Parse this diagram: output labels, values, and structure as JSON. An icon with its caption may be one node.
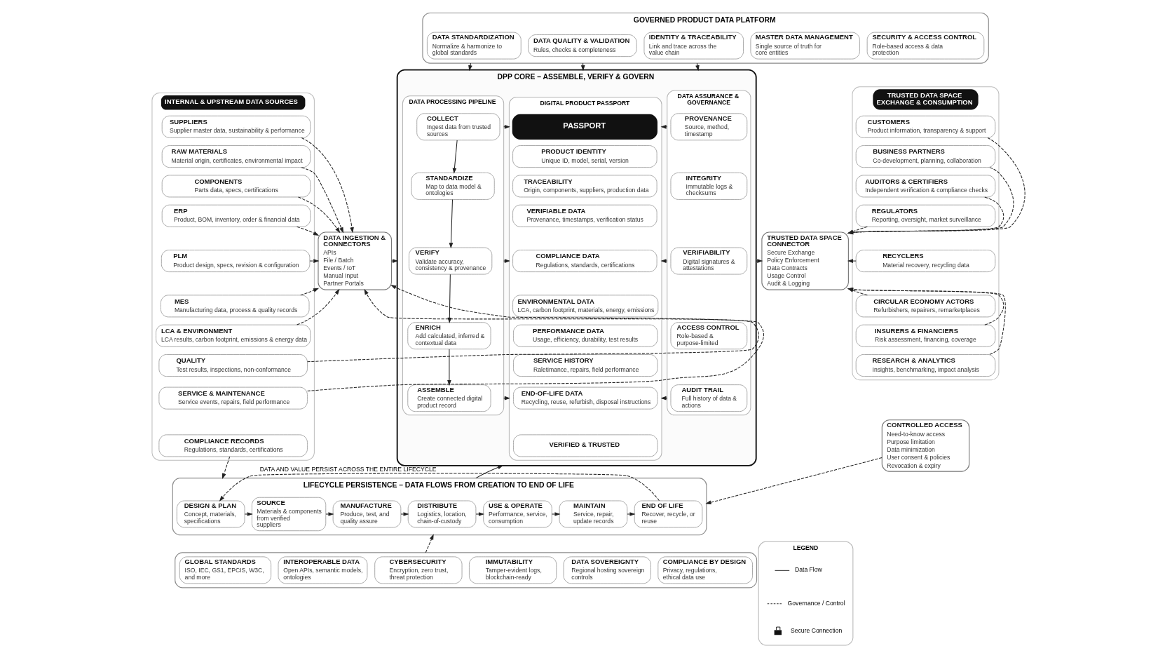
{
  "diagram": {
    "nodes": [
      {
        "text": [
          "INTERNAL & UPSTREAM DATA SOURCES"
        ]
      },
      {
        "text": [
          "SUPPLIERS",
          "Supplier master data, sustainability & performance"
        ],
        "in": 0
      },
      {
        "text": [
          "RAW MATERIALS",
          "Material origin, certificates, environmental impact"
        ],
        "in": 0
      },
      {
        "text": [
          "COMPONENTS",
          "Parts data, specs, certifications"
        ],
        "in": 0
      },
      {
        "text": [
          "ERP",
          "Product, BOM, inventory, order & financial data"
        ],
        "in": 0
      },
      {
        "text": [
          "PLM",
          "Product design, specs, revision & configuration"
        ],
        "in": 0
      },
      {
        "text": [
          "MES",
          "Manufacturing data, process & quality records"
        ],
        "in": 0
      },
      {
        "text": [
          "LCA & ENVIRONMENT",
          "LCA results, carbon footprint, emissions & energy data"
        ],
        "in": 0
      },
      {
        "text": [
          "QUALITY",
          "Test results, inspections, non-conformance"
        ],
        "in": 0
      },
      {
        "text": [
          "SERVICE & MAINTENANCE",
          "Service events, repairs, field performance"
        ],
        "in": 0
      },
      {
        "text": [
          "COMPLIANCE RECORDS",
          "Regulations, standards, certifications"
        ],
        "in": 0
      },
      {
        "text": [
          "DATA INGESTION & CONNECTORS",
          "APIs",
          "File / Batch",
          "Events / IoT",
          "Manual Input",
          "Partner Portals"
        ]
      },
      {
        "text": [
          "GOVERNED PRODUCT DATA PLATFORM"
        ]
      },
      {
        "text": [
          "DATA STANDARDIZATION",
          "Normalize & harmonize to global standards"
        ],
        "in": 12
      },
      {
        "text": [
          "DATA QUALITY & VALIDATION",
          "Rules, checks & completeness"
        ],
        "in": 12
      },
      {
        "text": [
          "IDENTITY & TRACEABILITY",
          "Link and trace across the value chain"
        ],
        "in": 12
      },
      {
        "text": [
          "MASTER DATA MANAGEMENT",
          "Single source of truth for core entities"
        ],
        "in": 12
      },
      {
        "text": [
          "SECURITY & ACCESS CONTROL",
          "Role-based access & data protection"
        ],
        "in": 12
      },
      {
        "text": [
          "DPP CORE – ASSEMBLE, VERIFY & GOVERN"
        ]
      },
      {
        "text": [
          "DATA PROCESSING PIPELINE"
        ],
        "in": 18
      },
      {
        "text": [
          "COLLECT",
          "Ingest data from trusted sources"
        ],
        "in": 19
      },
      {
        "text": [
          "STANDARDIZE",
          "Map to data model & ontologies"
        ],
        "in": 19
      },
      {
        "text": [
          "VERIFY",
          "Validate accuracy, consistency & provenance"
        ],
        "in": 19
      },
      {
        "text": [
          "ENRICH",
          "Add calculated, inferred & contextual data"
        ],
        "in": 19
      },
      {
        "text": [
          "ASSEMBLE",
          "Create connected digital product record"
        ],
        "in": 19
      },
      {
        "text": [
          "DIGITAL PRODUCT PASSPORT"
        ],
        "in": 18
      },
      {
        "text": [
          "PASSPORT"
        ],
        "in": 25
      },
      {
        "text": [
          "PRODUCT IDENTITY",
          "Unique ID, model, serial, version"
        ],
        "in": 25
      },
      {
        "text": [
          "TRACEABILITY",
          "Origin, components, suppliers, production data"
        ],
        "in": 25
      },
      {
        "text": [
          "VERIFIABLE DATA",
          "Provenance, timestamps, verification status"
        ],
        "in": 25
      },
      {
        "text": [
          "COMPLIANCE DATA",
          "Regulations, standards, certifications"
        ],
        "in": 25
      },
      {
        "text": [
          "ENVIRONMENTAL DATA",
          "LCA, carbon footprint, materials, energy, emissions"
        ],
        "in": 25
      },
      {
        "text": [
          "PERFORMANCE DATA",
          "Usage, efficiency, durability, test results"
        ],
        "in": 25
      },
      {
        "text": [
          "SERVICE HISTORY",
          "Raletimance, repairs, field performance"
        ],
        "in": 25
      },
      {
        "text": [
          "END-OF-LIFE DATA",
          "Recycling, reuse, refurbish, disposal instructions"
        ],
        "in": 25
      },
      {
        "text": [
          "VERIFIED & TRUSTED"
        ],
        "in": 25
      },
      {
        "text": [
          "DATA ASSURANCE & GOVERNANCE"
        ],
        "in": 18
      },
      {
        "text": [
          "PROVENANCE",
          "Source, method, timestamp"
        ],
        "in": 36
      },
      {
        "text": [
          "INTEGRITY",
          "Immutable logs & checksums"
        ],
        "in": 36
      },
      {
        "text": [
          "VERIFIABILITY",
          "Digital signatures & attestations"
        ],
        "in": 36
      },
      {
        "text": [
          "ACCESS CONTROL",
          "Role-based & purpose-limited"
        ],
        "in": 36
      },
      {
        "text": [
          "AUDIT TRAIL",
          "Full history of data & actions"
        ],
        "in": 36
      },
      {
        "text": [
          "TRUSTED DATA SPACE CONNECTOR",
          "Secure Exchange",
          "Policy Enforcement",
          "Data Contracts",
          "Usage Control",
          "Audit & Logging"
        ]
      },
      {
        "text": [
          "TRUSTED DATA SPACE EXCHANGE & CONSUMPTION"
        ]
      },
      {
        "text": [
          "CUSTOMERS",
          "Product information, transparency & support"
        ],
        "in": 43
      },
      {
        "text": [
          "BUSINESS PARTNERS",
          "Co-development, planning, collaboration"
        ],
        "in": 43
      },
      {
        "text": [
          "AUDITORS & CERTIFIERS",
          "Independent verification & compliance checks"
        ],
        "in": 43
      },
      {
        "text": [
          "REGULATORS",
          "Reporting, oversight, market surveillance"
        ],
        "in": 43
      },
      {
        "text": [
          "RECYCLERS",
          "Material recovery, recycling data"
        ],
        "in": 43
      },
      {
        "text": [
          "CIRCULAR ECONOMY ACTORS",
          "Refurbishers, repairers, remarketplaces"
        ],
        "in": 43
      },
      {
        "text": [
          "INSURERS & FINANCIERS",
          "Risk assessment, financing, coverage"
        ],
        "in": 43
      },
      {
        "text": [
          "RESEARCH & ANALYTICS",
          "Insights, benchmarking, impact analysis"
        ],
        "in": 43
      },
      {
        "text": [
          "CONTROLLED ACCESS",
          "Need-to-know access",
          "Purpose limitation",
          "Data minimization",
          "User consent & policies",
          "Revocation & expiry"
        ]
      },
      {
        "text": [
          "LIFECYCLE PERSISTENCE – DATA FLOWS FROM CREATION TO END OF LIFE"
        ]
      },
      {
        "text": [
          "DESIGN & PLAN",
          "Concept, materials, specifications"
        ],
        "in": 53
      },
      {
        "text": [
          "SOURCE",
          "Materials & components from verified suppliers"
        ],
        "in": 53
      },
      {
        "text": [
          "MANUFACTURE",
          "Produce, test, and quality assure"
        ],
        "in": 53
      },
      {
        "text": [
          "DISTRIBUTE",
          "Logistics, location, chain-of-custody"
        ],
        "in": 53
      },
      {
        "text": [
          "USE & OPERATE",
          "Performance, service, consumption"
        ],
        "in": 53
      },
      {
        "text": [
          "MAINTAIN",
          "Service, repair, update records"
        ],
        "in": 53
      },
      {
        "text": [
          "END OF LIFE",
          "Recover, recycle, or reuse"
        ],
        "in": 53
      },
      {
        "text": [],
        "shape": "box"
      },
      {
        "text": [
          "GLOBAL STANDARDS",
          "ISO, IEC, GS1, EPCIS, W3C, and more"
        ],
        "in": 61
      },
      {
        "text": [
          "INTEROPERABLE DATA",
          "Open APIs, semantic models, ontologies"
        ],
        "in": 61
      },
      {
        "text": [
          "CYBERSECURITY",
          "Encryption, zero trust, threat protection"
        ],
        "in": 61
      },
      {
        "text": [
          "IMMUTABILITY",
          "Tamper-evident logs, blockchain-ready"
        ],
        "in": 61
      },
      {
        "text": [
          "DATA SOVEREIGNTY",
          "Regional hosting sovereign controls"
        ],
        "in": 61
      },
      {
        "text": [
          "COMPLIANCE BY DESIGN",
          "Privacy, regulations, ethical data use"
        ],
        "in": 61
      },
      {
        "text": [
          "LEGEND"
        ]
      }
    ],
    "edges": [
      {
        "from": 1,
        "to": 11,
        "arrow": "to",
        "style": "dashed"
      },
      {
        "from": 2,
        "to": 11,
        "arrow": "to",
        "style": "dashed"
      },
      {
        "from": 3,
        "to": 11,
        "arrow": "to",
        "style": "dashed"
      },
      {
        "from": 4,
        "to": 11,
        "arrow": "to",
        "style": "dashed"
      },
      {
        "from": 5,
        "to": 11,
        "arrow": "to",
        "style": "dashed"
      },
      {
        "from": 6,
        "to": 11,
        "arrow": "to",
        "style": "dashed"
      },
      {
        "from": 7,
        "to": 11,
        "arrow": "to",
        "style": "dashed"
      },
      {
        "from": 8,
        "to": 11,
        "arrow": "to",
        "style": "dashed"
      },
      {
        "from": 9,
        "to": 11,
        "arrow": "to",
        "style": "dashed"
      },
      {
        "from": 10,
        "to": 53,
        "arrow": "to",
        "style": "dashed"
      },
      {
        "from": 11,
        "to": 18,
        "arrow": "to"
      },
      {
        "from": 12,
        "to": 18,
        "arrow": "to",
        "style": "dashed"
      },
      {
        "from": 12,
        "to": 18,
        "arrow": "to",
        "style": "dashed"
      },
      {
        "from": 12,
        "to": 18,
        "arrow": "to",
        "style": "dashed"
      },
      {
        "from": 19,
        "to": 25,
        "arrow": "to",
        "style": "dashed"
      },
      {
        "from": 19,
        "to": 25,
        "arrow": "to"
      },
      {
        "from": 19,
        "to": 25,
        "arrow": "to",
        "style": "dashed"
      },
      {
        "from": 20,
        "to": 21,
        "arrow": "to"
      },
      {
        "from": 21,
        "to": 22,
        "arrow": "to"
      },
      {
        "from": 22,
        "to": 23,
        "arrow": "to"
      },
      {
        "from": 23,
        "to": 24,
        "arrow": "to"
      },
      {
        "from": 36,
        "to": 25,
        "arrow": "to",
        "style": "dashed"
      },
      {
        "from": 36,
        "to": 25,
        "arrow": "to",
        "style": "dashed"
      },
      {
        "from": 36,
        "to": 25,
        "arrow": "to",
        "style": "dashed"
      },
      {
        "from": 18,
        "to": 42,
        "arrow": "to"
      },
      {
        "from": 44,
        "to": 42,
        "arrow": "to",
        "style": "dashed"
      },
      {
        "from": 45,
        "to": 42,
        "arrow": "to",
        "style": "dashed"
      },
      {
        "from": 46,
        "to": 42,
        "arrow": "to",
        "style": "dashed"
      },
      {
        "from": 47,
        "to": 42,
        "arrow": "to",
        "style": "dashed"
      },
      {
        "from": 48,
        "to": 42,
        "arrow": "to",
        "style": "dashed"
      },
      {
        "from": 49,
        "to": 42,
        "arrow": "to",
        "style": "dashed"
      },
      {
        "from": 50,
        "to": 42,
        "arrow": "to",
        "style": "dashed"
      },
      {
        "from": 51,
        "to": 42,
        "arrow": "to",
        "style": "dashed"
      },
      {
        "from": 53,
        "to": 18,
        "arrow": "to"
      },
      {
        "from": 54,
        "to": 55,
        "arrow": "to"
      },
      {
        "from": 55,
        "to": 56,
        "arrow": "to"
      },
      {
        "from": 56,
        "to": 57,
        "arrow": "to"
      },
      {
        "from": 57,
        "to": 58,
        "arrow": "to"
      },
      {
        "from": 58,
        "to": 59,
        "arrow": "to"
      },
      {
        "from": 59,
        "to": 60,
        "arrow": "to"
      },
      {
        "from": 60,
        "to": 54,
        "arrow": "to",
        "style": "dashed",
        "label": "DATA AND VALUE PERSIST ACROSS THE ENTIRE LIFECYCLE"
      },
      {
        "from": 52,
        "to": 53,
        "arrow": "to",
        "style": "dashed"
      },
      {
        "from": 61,
        "to": 53,
        "arrow": "to",
        "style": "dashed"
      }
    ],
    "legend": [
      {
        "text": "Data Flow"
      },
      {
        "text": "Governance / Control"
      },
      {
        "text": "Secure Connection"
      }
    ]
  }
}
